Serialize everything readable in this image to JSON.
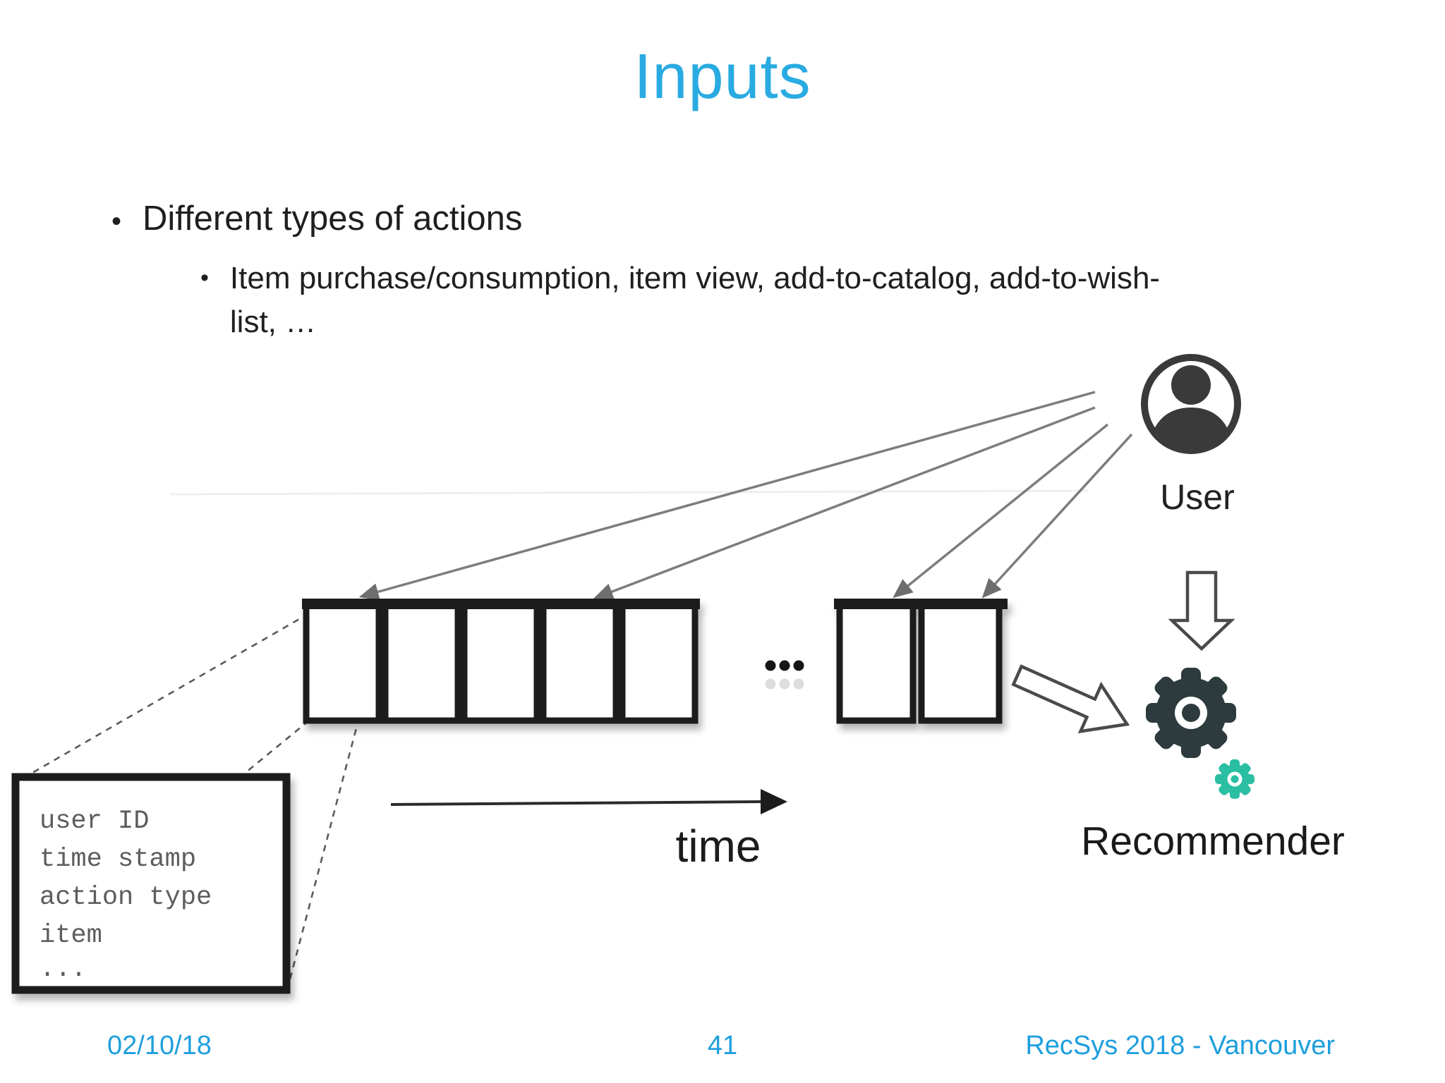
{
  "slide": {
    "title": "Inputs",
    "bullet": "Different types of actions",
    "sub_bullet_lines": {
      "0": "Item purchase/consumption, item view, add-to-catalog, add-to-wish-",
      "1": "list, …"
    }
  },
  "diagram": {
    "user_label": "User",
    "recommender_label": "Recommender",
    "time_label": "time",
    "ellipsis_dots": "...",
    "note_box_lines": {
      "0": "user ID",
      "1": "time stamp",
      "2": "action type",
      "3": "item",
      "4": "..."
    },
    "icons": {
      "user": "user-avatar-icon",
      "recommender_large": "gear-icon",
      "recommender_small": "gear-icon-small"
    },
    "colors": {
      "accent_blue": "#29abe2",
      "footer_blue": "#1e9fdd",
      "gear_dark": "#2e3b3e",
      "gear_teal": "#2abfa3",
      "note_text_gray": "#5d5d5d",
      "arrow_gray": "#6e6e6e",
      "box_stroke": "#1c1c1c"
    }
  },
  "footer": {
    "date": "02/10/18",
    "page": "41",
    "event": "RecSys 2018 - Vancouver"
  }
}
